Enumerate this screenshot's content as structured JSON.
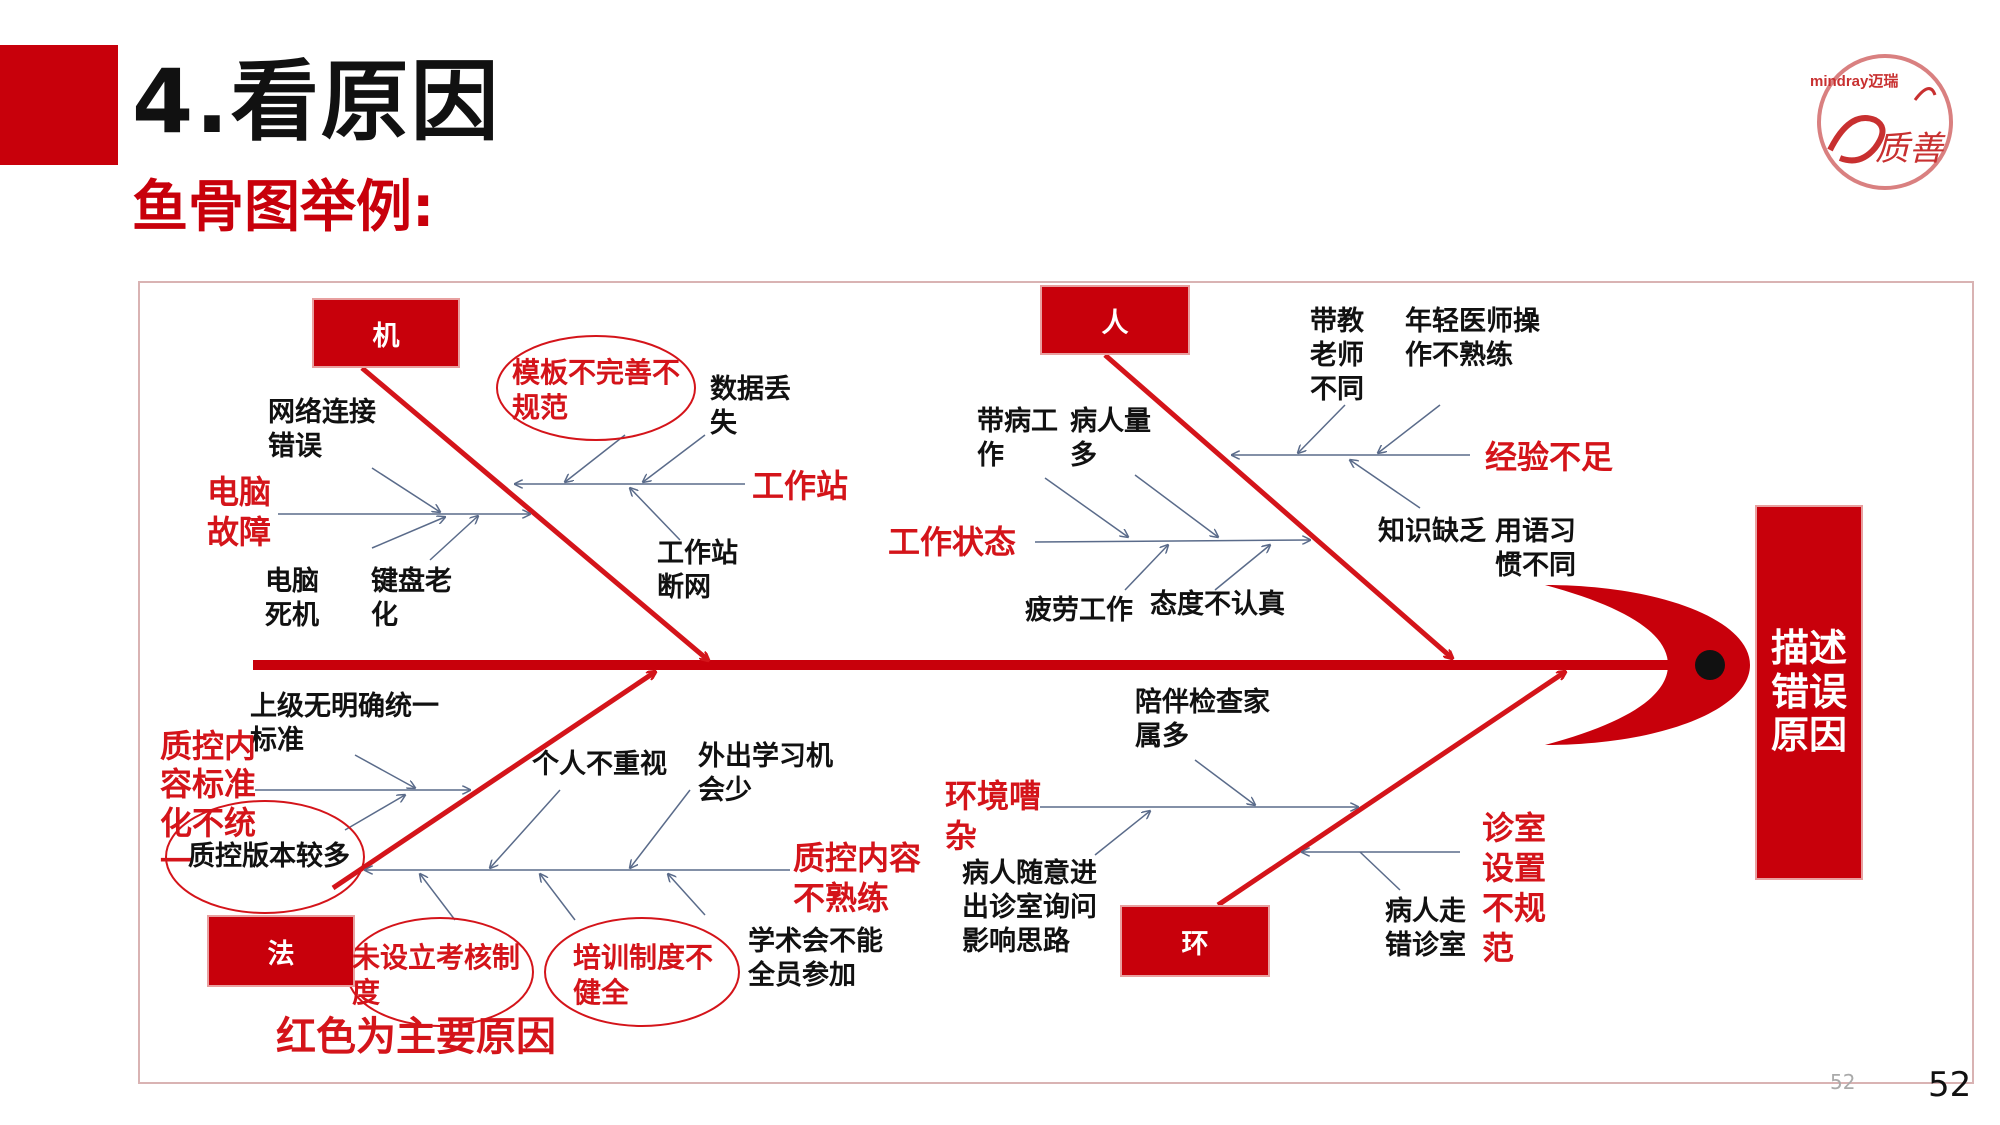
{
  "title": "4.看原因",
  "subtitle": "鱼骨图举例:",
  "logo": {
    "brand": "mindray迈瑞",
    "tagline": "质善"
  },
  "colors": {
    "accent": "#c8000b",
    "cause_red": "#d4141a"
  },
  "diagram": {
    "effect": "描述\n错误\n原因",
    "categories": {
      "machine": "机",
      "people": "人",
      "method": "法",
      "environment": "环"
    },
    "machine": {
      "workstation": "工作站",
      "template": "模板不完善不\n规范",
      "data_loss": "数据丢\n失",
      "network": "网络连接\n错误",
      "computer_fault": "电脑\n故障",
      "computer_crash": "电脑\n死机",
      "keyboard": "键盘老\n化",
      "disconnect": "工作站\n断网"
    },
    "people": {
      "teacher": "带教\n老师\n不同",
      "young_doctor": "年轻医师操\n作不熟练",
      "experience": "经验不足",
      "knowledge": "知识缺乏",
      "language": "用语习\n惯不同",
      "sick_work": "带病工\n作",
      "many_patients": "病人量\n多",
      "work_state": "工作状态",
      "fatigue": "疲劳工作",
      "attitude": "态度不认真"
    },
    "method": {
      "no_standard": "上级无明确统一\n标准",
      "qc_standard": "质控内\n容标准\n化不统\n一",
      "qc_versions": "质控版本较多",
      "not_valued": "个人不重视",
      "few_study": "外出学习机\n会少",
      "qc_unfamiliar": "质控内容\n不熟练",
      "no_assess": "未设立考核制\n度",
      "training": "培训制度不\n健全",
      "academic": "学术会不能\n全员参加",
      "red_note": "红色为主要原因"
    },
    "environment": {
      "family": "陪伴检查家\n属多",
      "noisy": "环境嘈\n杂",
      "patient_enter": "病人随意进\n出诊室询问\n影响思路",
      "wrong_room": "病人走\n错诊室",
      "room_setup": "诊室\n设置\n不规\n范"
    }
  },
  "page_number": "52"
}
